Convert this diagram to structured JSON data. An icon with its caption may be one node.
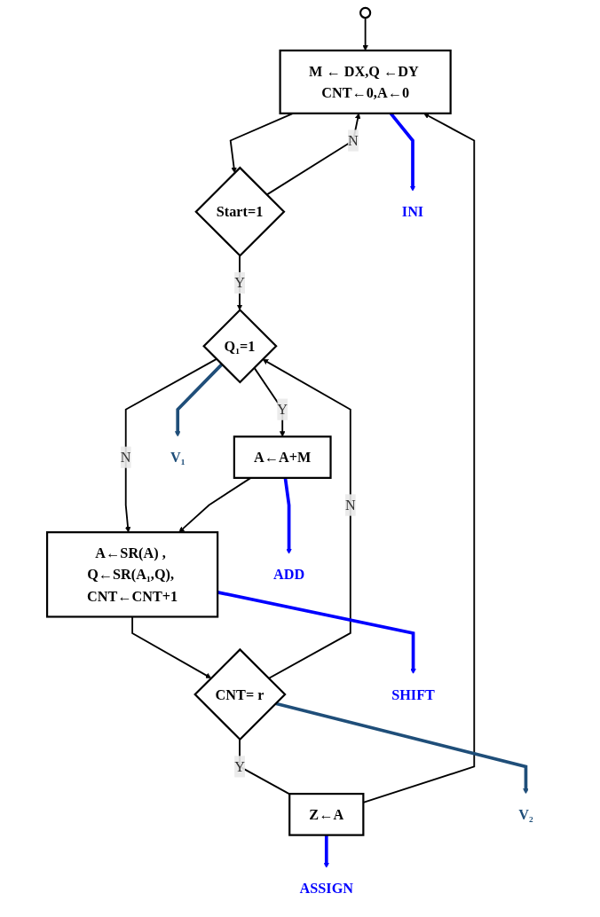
{
  "diagram": {
    "nodes": [
      {
        "text": [],
        "shape": "circle"
      },
      {
        "text": [
          "M ← DX,Q ←DY CNT←0,A←0"
        ]
      },
      {
        "text": [
          "Start=1"
        ]
      },
      {
        "text": [
          "Q₁=1"
        ]
      },
      {
        "text": [
          "A←A+M"
        ]
      },
      {
        "text": [
          "A←SR(A) , Q←SR(A₁,Q), CNT←CNT+1"
        ]
      },
      {
        "text": [
          "CNT= r"
        ]
      },
      {
        "text": [
          "Z←A"
        ]
      },
      {
        "text": [
          "INI"
        ]
      },
      {
        "text": [
          "V₁"
        ]
      },
      {
        "text": [
          "ASSIGN"
        ]
      },
      {
        "text": [
          "ADD"
        ]
      },
      {
        "text": [
          "SHIFT"
        ]
      },
      {
        "text": [
          "V₂"
        ]
      }
    ],
    "edges": [
      {
        "from": 0,
        "to": 1,
        "arrow": "to"
      },
      {
        "from": 1,
        "to": 2,
        "arrow": "to"
      },
      {
        "from": 2,
        "to": 1,
        "arrow": "to",
        "label": "N"
      },
      {
        "from": 2,
        "to": 3,
        "arrow": "to",
        "label": "Y"
      },
      {
        "from": 3,
        "to": 4,
        "arrow": "to",
        "label": "Y"
      },
      {
        "from": 3,
        "to": 5,
        "arrow": "to",
        "label": "N"
      },
      {
        "from": 4,
        "to": 5,
        "arrow": "to"
      },
      {
        "from": 5,
        "to": 6,
        "arrow": "to"
      },
      {
        "from": 6,
        "to": 3,
        "arrow": "to",
        "label": "N"
      },
      {
        "from": 6,
        "to": 7,
        "arrow": "none",
        "label": "Y"
      },
      {
        "from": 7,
        "to": 1,
        "arrow": "to"
      },
      {
        "from": 1,
        "to": 8,
        "arrow": "to",
        "style": "thick",
        "color": "#0000ff"
      },
      {
        "from": 3,
        "to": 9,
        "arrow": "to",
        "style": "thick",
        "color": "#1f4e79"
      },
      {
        "from": 7,
        "to": 10,
        "arrow": "to",
        "style": "thick",
        "color": "#0000ff"
      },
      {
        "from": 4,
        "to": 11,
        "arrow": "to",
        "style": "thick",
        "color": "#0000ff"
      },
      {
        "from": 5,
        "to": 12,
        "arrow": "to",
        "style": "thick",
        "color": "#0000ff"
      },
      {
        "from": 6,
        "to": 13,
        "arrow": "to",
        "style": "thick",
        "color": "#1f4e79"
      }
    ]
  }
}
